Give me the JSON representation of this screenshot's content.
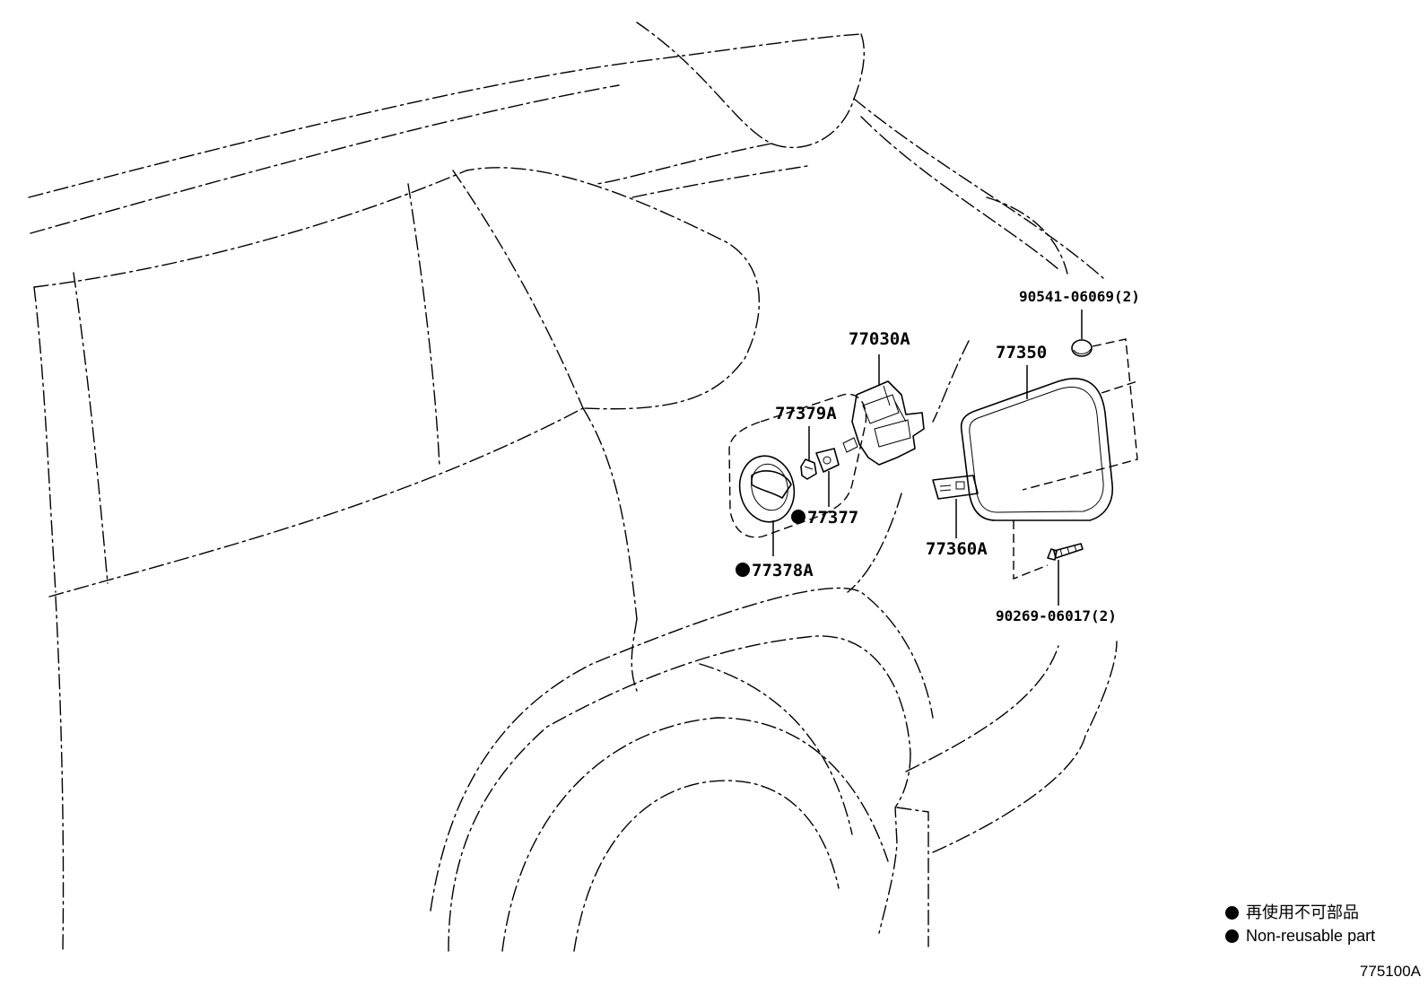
{
  "parts": {
    "p_90541": "90541-06069(2)",
    "p_77350": "77350",
    "p_77030A": "77030A",
    "p_77379A": "77379A",
    "p_77377": "77377",
    "p_77378A": "77378A",
    "p_77360A": "77360A",
    "p_90269": "90269-06017(2)"
  },
  "legend": {
    "line1": "再使用不可部品",
    "line2": "Non-reusable part"
  },
  "figure_number": "775100A"
}
